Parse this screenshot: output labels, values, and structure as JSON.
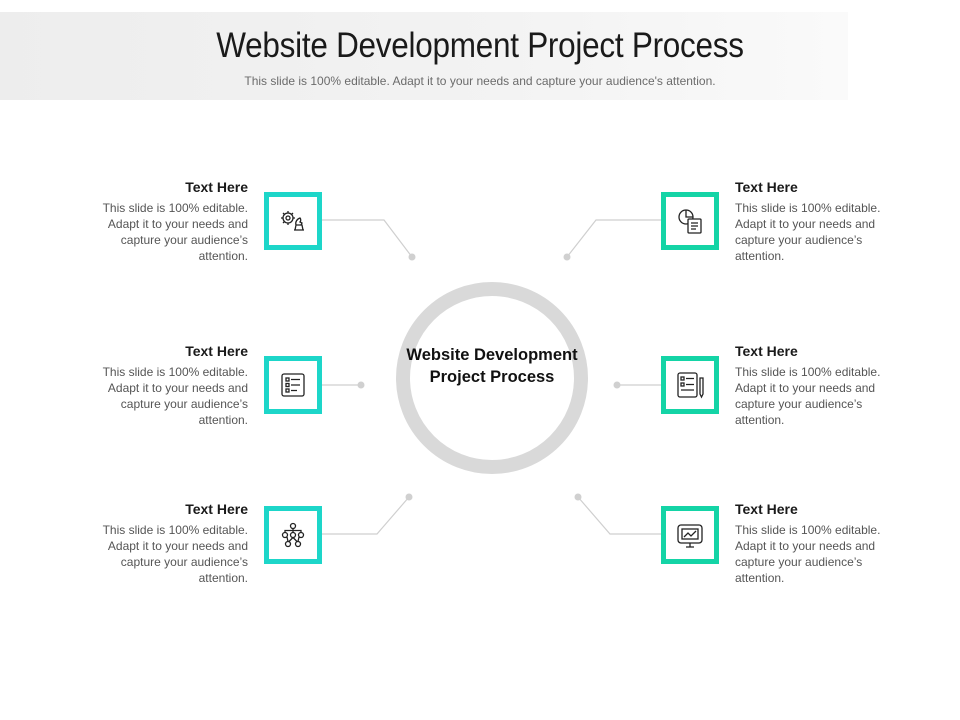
{
  "header": {
    "title": "Website Development Project Process",
    "subtitle": "This slide is 100% editable. Adapt it to your needs and capture your audience's attention."
  },
  "center": {
    "label": "Website Development Project Process"
  },
  "items": [
    {
      "title": "Text Here",
      "description": "This slide is 100% editable. Adapt it to your needs and capture your audience’s attention.",
      "icon": "gear-chess-knight-icon"
    },
    {
      "title": "Text Here",
      "description": "This slide is 100% editable. Adapt it to your needs and capture your audience’s attention.",
      "icon": "checklist-icon"
    },
    {
      "title": "Text Here",
      "description": "This slide is 100% editable. Adapt it to your needs and capture your audience’s attention.",
      "icon": "hierarchy-network-icon"
    },
    {
      "title": "Text Here",
      "description": "This slide is 100% editable. Adapt it to your needs and capture your audience’s attention.",
      "icon": "pie-chart-document-icon"
    },
    {
      "title": "Text Here",
      "description": "This slide is 100% editable. Adapt it to your needs and capture your audience’s attention.",
      "icon": "tablet-pencil-icon"
    },
    {
      "title": "Text Here",
      "description": "This slide is 100% editable. Adapt it to your needs and capture your audience’s attention.",
      "icon": "monitor-chart-icon"
    }
  ],
  "colors": {
    "accent_cyan": "#1dd6c9",
    "accent_green": "#14d4a6",
    "ring": "#d9d9d9",
    "connector": "#cfcfcf"
  }
}
